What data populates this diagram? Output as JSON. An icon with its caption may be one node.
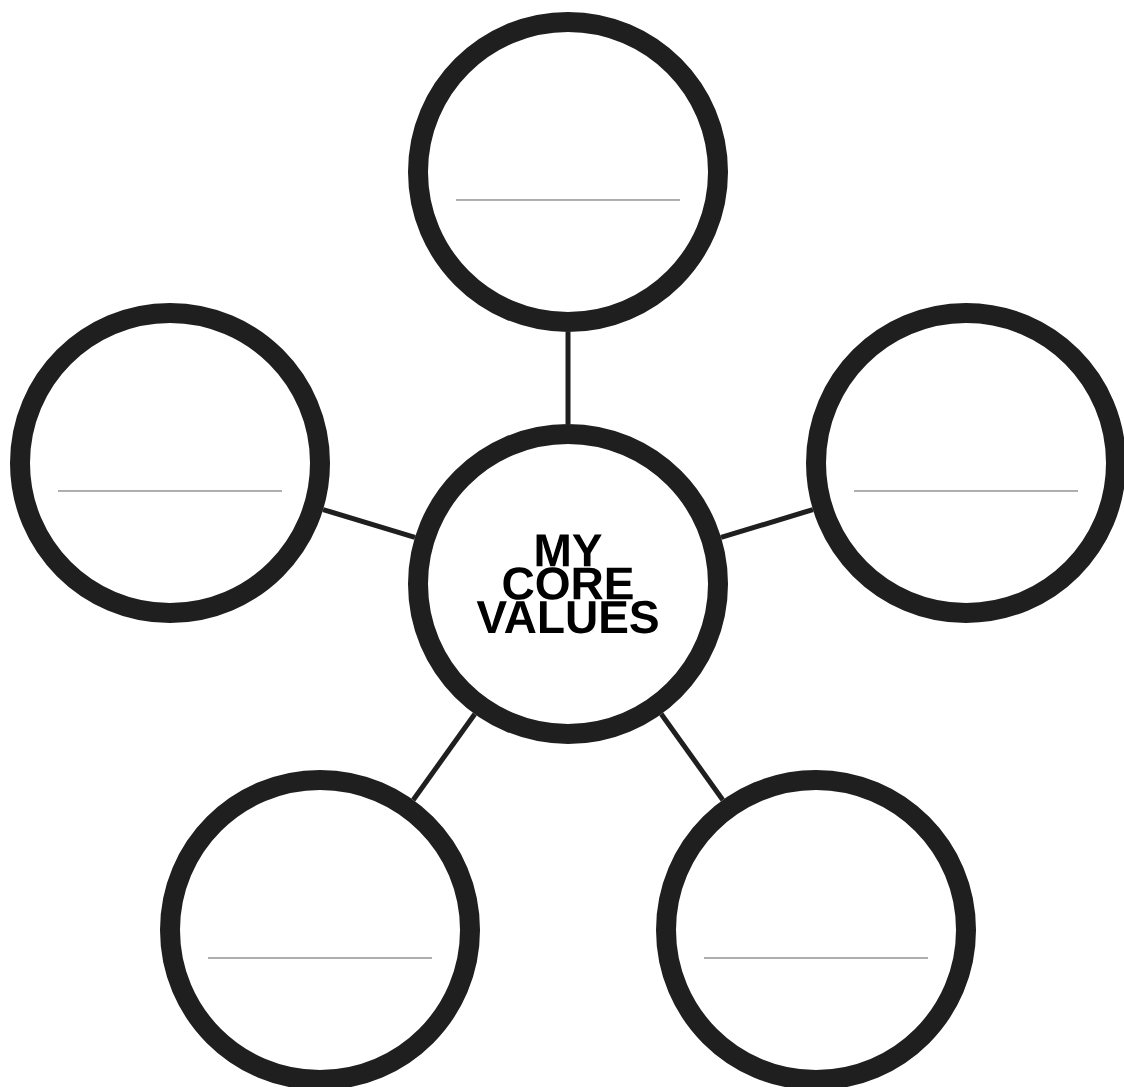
{
  "diagram": {
    "nodes": [
      {
        "text": [],
        "shape": "circle"
      },
      {
        "text": [],
        "shape": "circle"
      },
      {
        "text": [
          "MY CORE VALUES"
        ]
      },
      {
        "text": [],
        "shape": "circle"
      },
      {
        "text": [],
        "shape": "circle"
      },
      {
        "text": [],
        "shape": "circle"
      }
    ],
    "edges": [
      {
        "from": 2,
        "to": 0,
        "arrow": "none"
      },
      {
        "from": 2,
        "to": 1,
        "arrow": "none"
      },
      {
        "from": 2,
        "to": 3,
        "arrow": "none"
      },
      {
        "from": 2,
        "to": 4,
        "arrow": "none"
      },
      {
        "from": 2,
        "to": 5,
        "arrow": "none"
      }
    ]
  }
}
